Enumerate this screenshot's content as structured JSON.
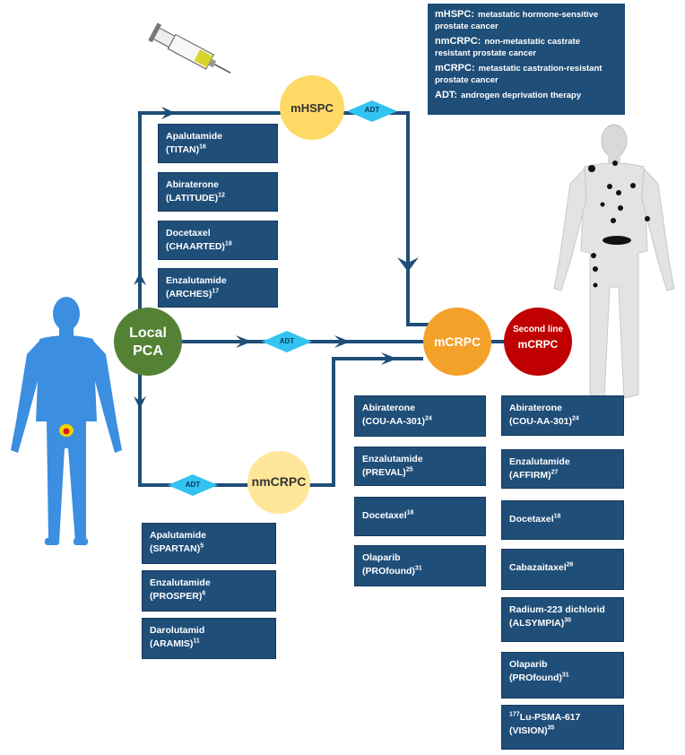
{
  "legend": [
    {
      "abbr": "mHSPC:",
      "def": "metastatic hormone-sensitive prostate cancer"
    },
    {
      "abbr": "nmCRPC:",
      "def": "non-metastatic castrate resistant prostate cancer"
    },
    {
      "abbr": "mCRPC:",
      "def": "metastatic castration-resistant prostate cancer"
    },
    {
      "abbr": "ADT:",
      "def": "androgen deprivation therapy"
    }
  ],
  "nodes": {
    "local_pca": {
      "line1": "Local",
      "line2": "PCA"
    },
    "mhspc": "mHSPC",
    "nmcrpc": "nmCRPC",
    "mcrpc": "mCRPC",
    "second_line": {
      "line1": "Second line",
      "line2": "mCRPC"
    }
  },
  "adt_label": "ADT",
  "mhspc_treatments": [
    {
      "drug": "Apalutamide",
      "trial": "(TITAN)",
      "ref": "16"
    },
    {
      "drug": "Abiraterone",
      "trial": "(LATITUDE)",
      "ref": "12"
    },
    {
      "drug": "Docetaxel",
      "trial": "(CHAARTED)",
      "ref": "18"
    },
    {
      "drug": "Enzalutamide",
      "trial": "(ARCHES)",
      "ref": "17"
    }
  ],
  "nmcrpc_treatments": [
    {
      "drug": "Apalutamide",
      "trial": "(SPARTAN)",
      "ref": "5"
    },
    {
      "drug": "Enzalutamide",
      "trial": "(PROSPER)",
      "ref": "6"
    },
    {
      "drug": "Darolutamid",
      "trial": "(ARAMIS)",
      "ref": "11"
    }
  ],
  "mcrpc_treatments": [
    {
      "drug": "Abiraterone",
      "trial": "(COU-AA-301)",
      "ref": "24"
    },
    {
      "drug": "Enzalutamide",
      "trial": "(PREVAL)",
      "ref": "25"
    },
    {
      "drug": "Docetaxel",
      "trial": "",
      "ref": "18"
    },
    {
      "drug": "Olaparib",
      "trial": "(PROfound)",
      "ref": "31"
    }
  ],
  "second_line_treatments": [
    {
      "drug": "Abiraterone",
      "trial": "(COU-AA-301)",
      "ref": "24"
    },
    {
      "drug": "Enzalutamide",
      "trial": "(AFFIRM)",
      "ref": "27"
    },
    {
      "drug": "Docetaxel",
      "trial": "",
      "ref": "18"
    },
    {
      "drug": "Cabazaitaxel",
      "trial": "",
      "ref": "26"
    },
    {
      "drug": "Radium-223 dichlorid",
      "trial": "(ALSYMPIA)",
      "ref": "30"
    },
    {
      "drug": "Olaparib",
      "trial": "(PROfound)",
      "ref": "31"
    },
    {
      "drug": "Lu-PSMA-617",
      "pre": "177",
      "trial": "(VISION)",
      "ref": "35"
    }
  ],
  "colors": {
    "box": "#1f4e79",
    "arrow": "#1f4e79",
    "local_pca": "#548235",
    "mhspc": "#ffd966",
    "nmcrpc": "#ffe699",
    "mcrpc": "#f4a12a",
    "second_line": "#c00000",
    "adt_diamond": "#33c3f0",
    "figure_blue": "#3b8ee0"
  },
  "icons": [
    "syringe-icon",
    "human-figure-icon",
    "body-metastases-icon"
  ]
}
